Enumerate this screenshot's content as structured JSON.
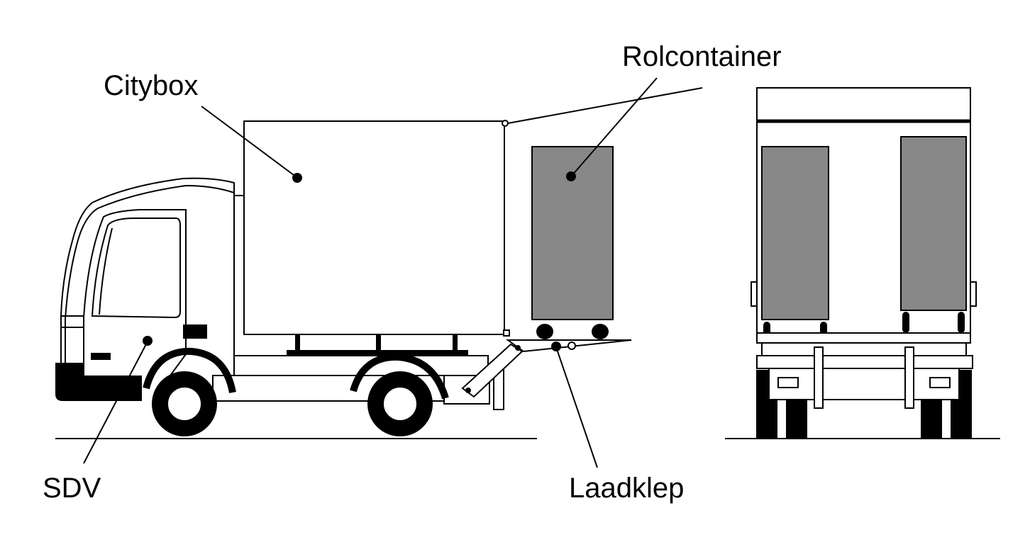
{
  "labels": {
    "citybox": "Citybox",
    "rolcontainer": "Rolcontainer",
    "sdv": "SDV",
    "laadklep": "Laadklep"
  },
  "colors": {
    "line": "#000000",
    "container_fill": "#888888",
    "background": "#ffffff"
  }
}
